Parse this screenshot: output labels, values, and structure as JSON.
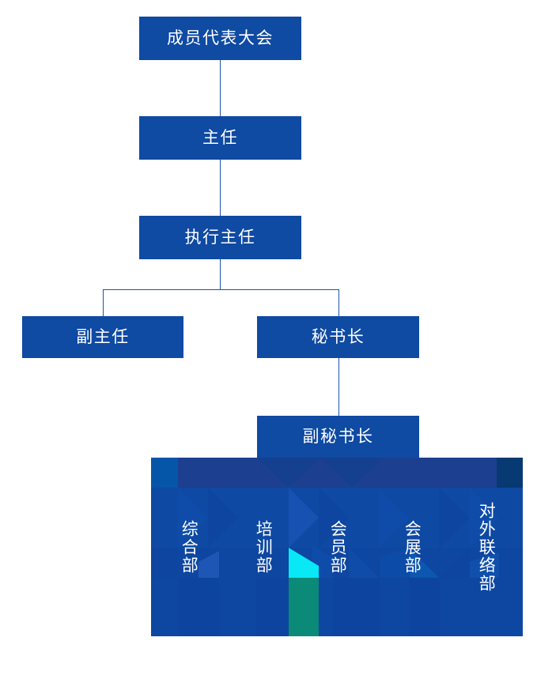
{
  "colors": {
    "node_fill": "#0f4aa3",
    "node_text": "#ffffff",
    "connector": "#1b54ab",
    "panel_base": "#0d46a0",
    "panel_band_dark": "#1d3f8f",
    "panel_band_navy": "#073a72",
    "panel_band_bright": "#0556a8",
    "accent_teal": "#0b8a78",
    "accent_cyan": "#08e8f5",
    "background": "#ffffff"
  },
  "chart_data": {
    "type": "diagram",
    "title": "组织架构图",
    "nodes": [
      {
        "id": "assembly",
        "label": "成员代表大会",
        "level": 0
      },
      {
        "id": "director",
        "label": "主任",
        "level": 1
      },
      {
        "id": "exec",
        "label": "执行主任",
        "level": 2
      },
      {
        "id": "deputy",
        "label": "副主任",
        "level": 3
      },
      {
        "id": "secgen",
        "label": "秘书长",
        "level": 3
      },
      {
        "id": "depsecgen",
        "label": "副秘书长",
        "level": 4
      }
    ],
    "edges": [
      {
        "from": "assembly",
        "to": "director"
      },
      {
        "from": "director",
        "to": "exec"
      },
      {
        "from": "exec",
        "to": "deputy"
      },
      {
        "from": "exec",
        "to": "secgen"
      },
      {
        "from": "secgen",
        "to": "depsecgen"
      }
    ],
    "departments": [
      "综合部",
      "培训部",
      "会员部",
      "会展部",
      "对外联络部"
    ]
  },
  "nodes": {
    "assembly": "成员代表大会",
    "director": "主任",
    "exec": "执行主任",
    "deputy": "副主任",
    "secgen": "秘书长",
    "depsecgen": "副秘书长"
  },
  "departments": [
    {
      "name": "综合部"
    },
    {
      "name": "培训部"
    },
    {
      "name": "会员部"
    },
    {
      "name": "会展部"
    },
    {
      "name": "对外联络部"
    }
  ]
}
